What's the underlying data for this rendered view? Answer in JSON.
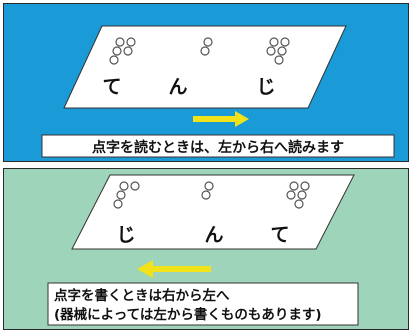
{
  "colors": {
    "read_panel_bg": "#1a9ad6",
    "write_panel_bg": "#9ed4b9",
    "arrow": "#f2e21a",
    "paper": "#ffffff",
    "text": "#111111",
    "dot_outline": "#555555"
  },
  "reading_panel": {
    "kana": [
      "て",
      "ん",
      "じ"
    ],
    "caption": "点字を読むときは、左から右へ読みます",
    "arrow_direction": "right",
    "cells": [
      [
        [
          1,
          1
        ],
        [
          1,
          1
        ],
        [
          1,
          0
        ]
      ],
      [
        [
          0,
          1
        ],
        [
          0,
          1
        ],
        [
          0,
          0
        ]
      ],
      [
        [
          1,
          1
        ],
        [
          1,
          1
        ],
        [
          0,
          1
        ]
      ]
    ]
  },
  "writing_panel": {
    "kana": [
      "じ",
      "ん",
      "て"
    ],
    "caption_line1": "点字を書くときは右から左へ",
    "caption_line2": "(器械によっては左から書くものもあります)",
    "arrow_direction": "left",
    "cells": [
      [
        [
          1,
          1
        ],
        [
          1,
          0
        ],
        [
          1,
          0
        ]
      ],
      [
        [
          1,
          0
        ],
        [
          1,
          0
        ],
        [
          0,
          0
        ]
      ],
      [
        [
          1,
          1
        ],
        [
          1,
          1
        ],
        [
          0,
          1
        ]
      ]
    ]
  }
}
